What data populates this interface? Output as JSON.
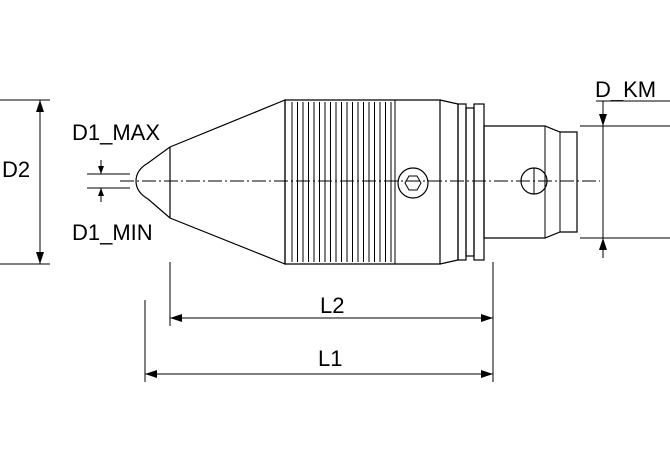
{
  "labels": {
    "d2": "D2",
    "d1_max": "D1_MAX",
    "d1_min": "D1_MIN",
    "d_km": "D_KM",
    "l1": "L1",
    "l2": "L2"
  },
  "colors": {
    "line": "#000000",
    "background": "#ffffff"
  }
}
